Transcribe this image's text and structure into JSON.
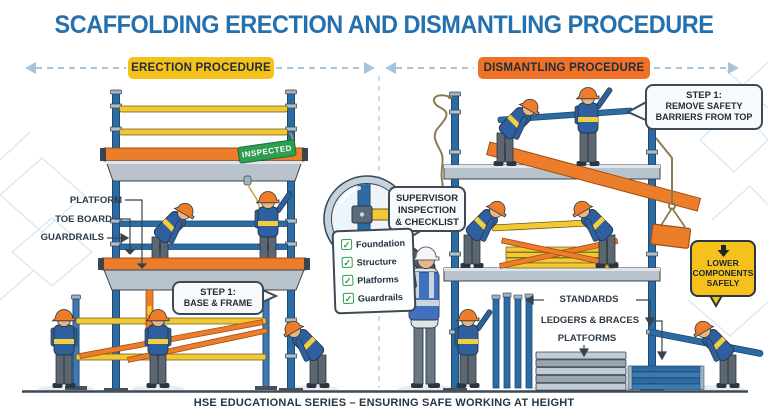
{
  "title": "SCAFFOLDING ERECTION AND DISMANTLING PROCEDURE",
  "footer": "HSE EDUCATIONAL SERIES – ENSURING SAFE WORKING AT HEIGHT",
  "sections": {
    "erection": {
      "label": "ERECTION PROCEDURE"
    },
    "dismantling": {
      "label": "DISMANTLING PROCEDURE"
    }
  },
  "erection_panel": {
    "part_labels": [
      "PLATFORM",
      "TOE BOARD",
      "GUARDRAILS"
    ],
    "step_bubble": {
      "title": "STEP 1:",
      "text": "BASE & FRAME"
    },
    "inspected_tag": "INSPECTED"
  },
  "inspection": {
    "bubble_text": "SUPERVISOR\nINSPECTION\n& CHECKLIST",
    "check_glyph": "✓",
    "checklist": [
      "Foundation",
      "Structure",
      "Platforms",
      "Guardrails"
    ]
  },
  "dismantling_panel": {
    "step_bubble": {
      "title": "STEP 1:",
      "text": "REMOVE SAFETY\nBARRIERS FROM TOP"
    },
    "lower_bubble": {
      "icon": "down-arrow",
      "text": "LOWER\nCOMPONENTS\nSAFELY"
    },
    "part_labels": [
      "STANDARDS",
      "LEDGERS & BRACES",
      "PLATFORMS"
    ]
  },
  "colors": {
    "accent_blue": "#2570ae",
    "banner_yellow": "#f5c21b",
    "banner_orange": "#ee7125",
    "tag_green": "#2f9e50",
    "scaffold_blue": "#2d6ca3",
    "ledger_yellow": "#f2c837",
    "component_orange": "#ec7d2a",
    "platform_gray": "#b9c3cc"
  }
}
